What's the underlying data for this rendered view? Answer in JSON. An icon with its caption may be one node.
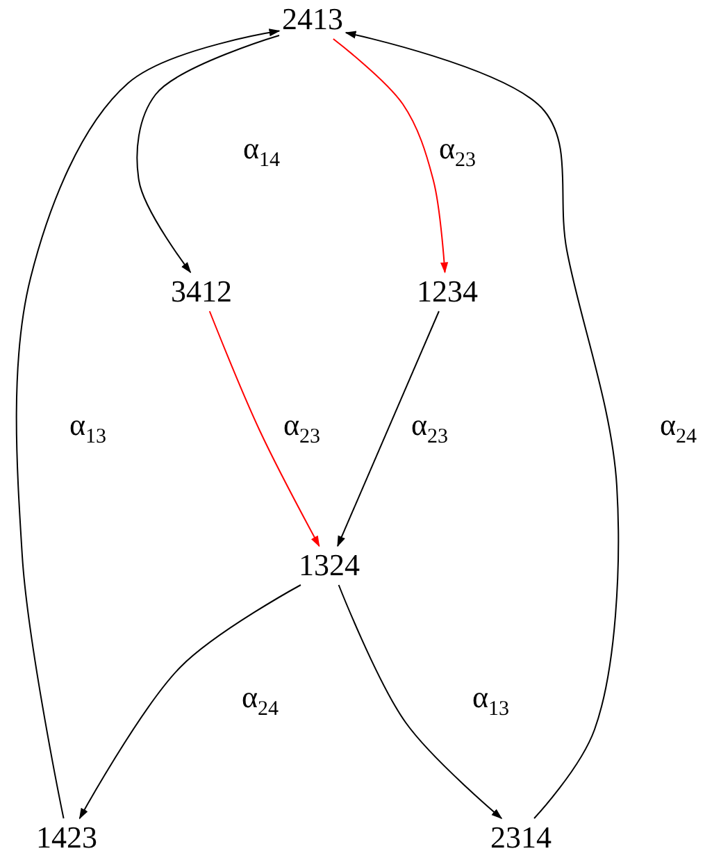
{
  "diagram": {
    "nodes": [
      {
        "text": [
          "2413"
        ]
      },
      {
        "text": [
          "3412"
        ]
      },
      {
        "text": [
          "1234"
        ]
      },
      {
        "text": [
          "1324"
        ]
      },
      {
        "text": [
          "1423"
        ]
      },
      {
        "text": [
          "2314"
        ]
      }
    ],
    "edges": [
      {
        "from": 0,
        "to": 1,
        "arrow": "to"
      },
      {
        "from": 0,
        "to": 2,
        "arrow": "to",
        "color": "#ff0000"
      },
      {
        "from": 1,
        "to": 3,
        "arrow": "to",
        "color": "#ff0000"
      },
      {
        "from": 2,
        "to": 3,
        "arrow": "to"
      },
      {
        "from": 3,
        "to": 4,
        "arrow": "to"
      },
      {
        "from": 3,
        "to": 5,
        "arrow": "to"
      },
      {
        "from": 4,
        "to": 0,
        "arrow": "to"
      },
      {
        "from": 5,
        "to": 0,
        "arrow": "to"
      }
    ],
    "labels": [
      "α$_{14}$",
      "α$_{23}$",
      "α$_{13}$",
      "α$_{23}$",
      "α$_{23}$",
      "α$_{24}$",
      "α$_{24}$",
      "α$_{13}$"
    ]
  }
}
